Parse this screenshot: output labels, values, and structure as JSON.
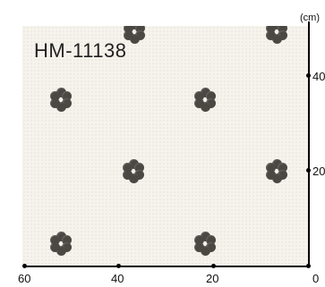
{
  "product_code": "HM-11138",
  "unit": "(cm)",
  "x_labels": [
    "60",
    "40",
    "20",
    "0"
  ],
  "y_labels": [
    "40",
    "20"
  ],
  "colors": {
    "background": "#f6f3ec",
    "motif": "#4b4844",
    "axis": "#000000"
  }
}
